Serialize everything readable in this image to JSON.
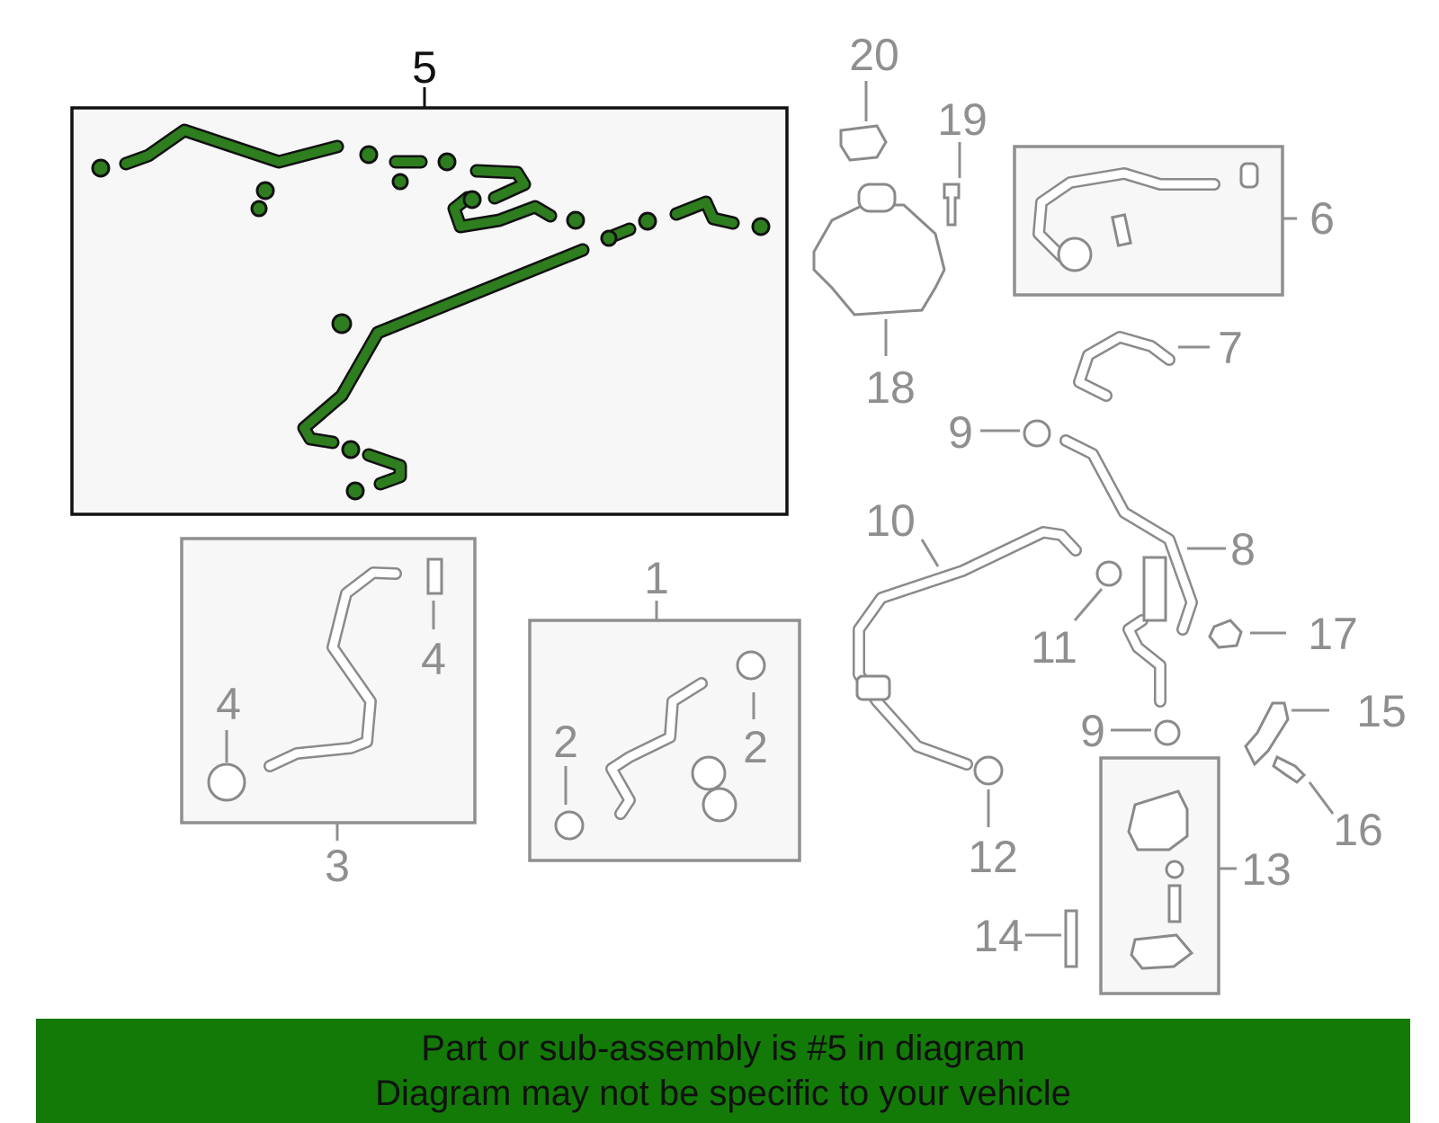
{
  "diagram": {
    "highlighted_callout": "5",
    "highlight_color": "#2e7d1f",
    "banner_color": "#137a07",
    "callouts": {
      "c1": "1",
      "c2a": "2",
      "c2b": "2",
      "c3": "3",
      "c4a": "4",
      "c4b": "4",
      "c5": "5",
      "c6": "6",
      "c7": "7",
      "c8": "8",
      "c9a": "9",
      "c9b": "9",
      "c10": "10",
      "c11": "11",
      "c12": "12",
      "c13": "13",
      "c14": "14",
      "c15": "15",
      "c16": "16",
      "c17": "17",
      "c18": "18",
      "c19": "19",
      "c20": "20"
    }
  },
  "banner": {
    "line1": "Part or sub-assembly is #5 in diagram",
    "line2": "Diagram may not be specific to your vehicle"
  }
}
